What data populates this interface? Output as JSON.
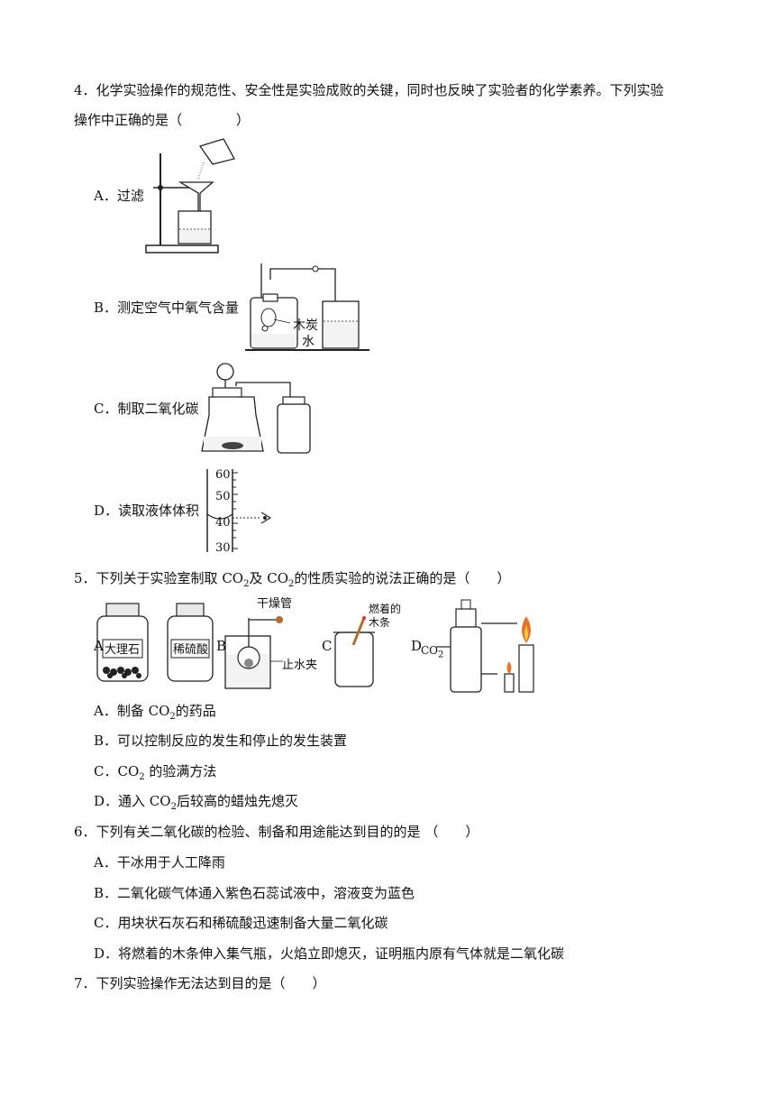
{
  "q4": {
    "line1": "4．化学实验操作的规范性、安全性是实验成败的关键，同时也反映了实验者的化学素养。下列实验",
    "line2": "操作中正确的是（　　　　）",
    "options": [
      "A．过滤",
      "B．测定空气中氧气含量",
      "C．制取二氧化碳",
      "D．读取液体体积"
    ],
    "b_labels": {
      "charcoal": "木炭",
      "water": "水"
    },
    "d_ticks": [
      "60",
      "50",
      "40",
      "30"
    ]
  },
  "q5": {
    "stem_pre": "5．下列关于实验室制取  CO",
    "stem_mid": "及  CO",
    "stem_post": "的性质实验的说法正确的是（　　）",
    "sub2": "2",
    "fig_letters": [
      "A",
      "B",
      "C",
      "D"
    ],
    "jar1": "大理石",
    "jar2": "稀硫酸",
    "drying_tube": "干燥管",
    "clamp": "止水夹",
    "burning1": "燃着的",
    "burning2": "木条",
    "co2_arrow": "CO",
    "options": [
      {
        "pre": "A．制备  CO",
        "post": "的药品"
      },
      {
        "pre": "B．可以控制反应的发生和停止的发生装置",
        "post": ""
      },
      {
        "pre": "C．CO",
        "post": " 的验满方法"
      },
      {
        "pre": "D．通入  CO",
        "post": "后较高的蜡烛先熄灭"
      }
    ]
  },
  "q6": {
    "stem": "6．下列有关二氧化碳的检验、制备和用途能达到目的的是 （　　）",
    "options": [
      "A．干冰用于人工降雨",
      "B．二氧化碳气体通入紫色石蕊试液中，溶液变为蓝色",
      "C．用块状石灰石和稀硫酸迅速制备大量二氧化碳",
      "D．将燃着的木条伸入集气瓶，火焰立即熄灭，证明瓶内原有气体就是二氧化碳"
    ]
  },
  "q7": {
    "stem": "7．下列实验操作无法达到目的是（　　）"
  }
}
